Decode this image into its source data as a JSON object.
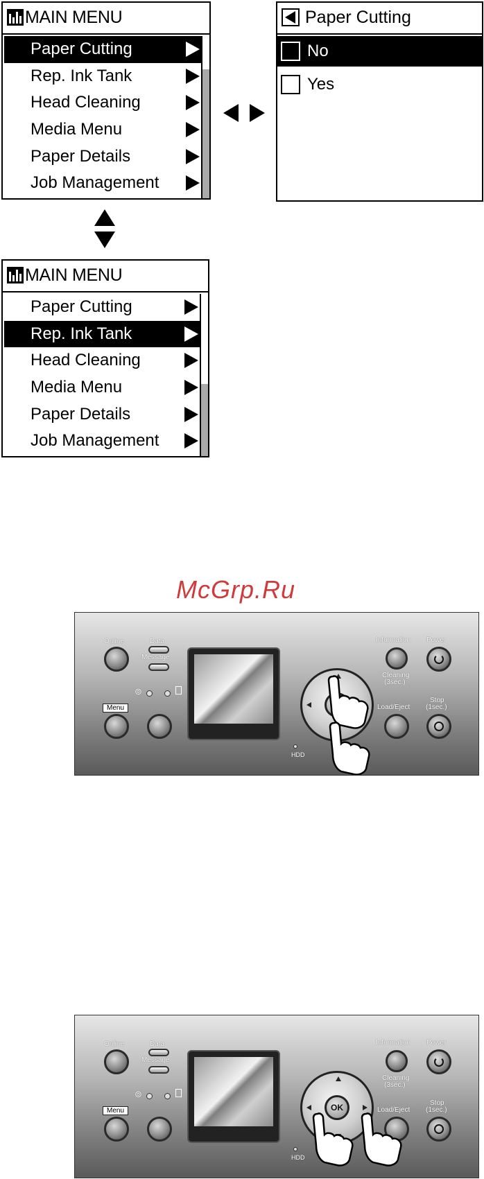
{
  "main_menu_top": {
    "title": "MAIN MENU",
    "items": [
      "Paper Cutting",
      "Rep. Ink Tank",
      "Head Cleaning",
      "Media Menu",
      "Paper Details",
      "Job Management"
    ],
    "selected_index": 0
  },
  "main_menu_bottom": {
    "title": "MAIN MENU",
    "items": [
      "Paper Cutting",
      "Rep. Ink Tank",
      "Head Cleaning",
      "Media Menu",
      "Paper Details",
      "Job Management"
    ],
    "selected_index": 1
  },
  "paper_cutting": {
    "title": "Paper Cutting",
    "options": [
      "No",
      "Yes"
    ],
    "selected_index": 0
  },
  "watermark": "McGrp.Ru",
  "panel": {
    "online": "Online",
    "data": "Data",
    "message": "Message",
    "menu": "Menu",
    "information": "Information",
    "power": "Power",
    "cleaning_1": "Cleaning",
    "cleaning_2": "(3sec.)",
    "load_eject": "Load/Eject",
    "stop_1": "Stop",
    "stop_2": "(1sec.)",
    "ok": "OK",
    "hdd": "HDD"
  },
  "icons": [
    "main-menu-icon",
    "arrow-right-icon",
    "arrow-left-icon",
    "arrow-up-icon",
    "arrow-down-icon",
    "back-icon",
    "power-icon",
    "stop-icon",
    "roll-paper-icon",
    "sheet-paper-icon",
    "pointing-hand-icon"
  ],
  "colors": {
    "watermark": "#d03a3a",
    "selection": "#000000",
    "scroll_thumb": "#a9a9a9"
  }
}
